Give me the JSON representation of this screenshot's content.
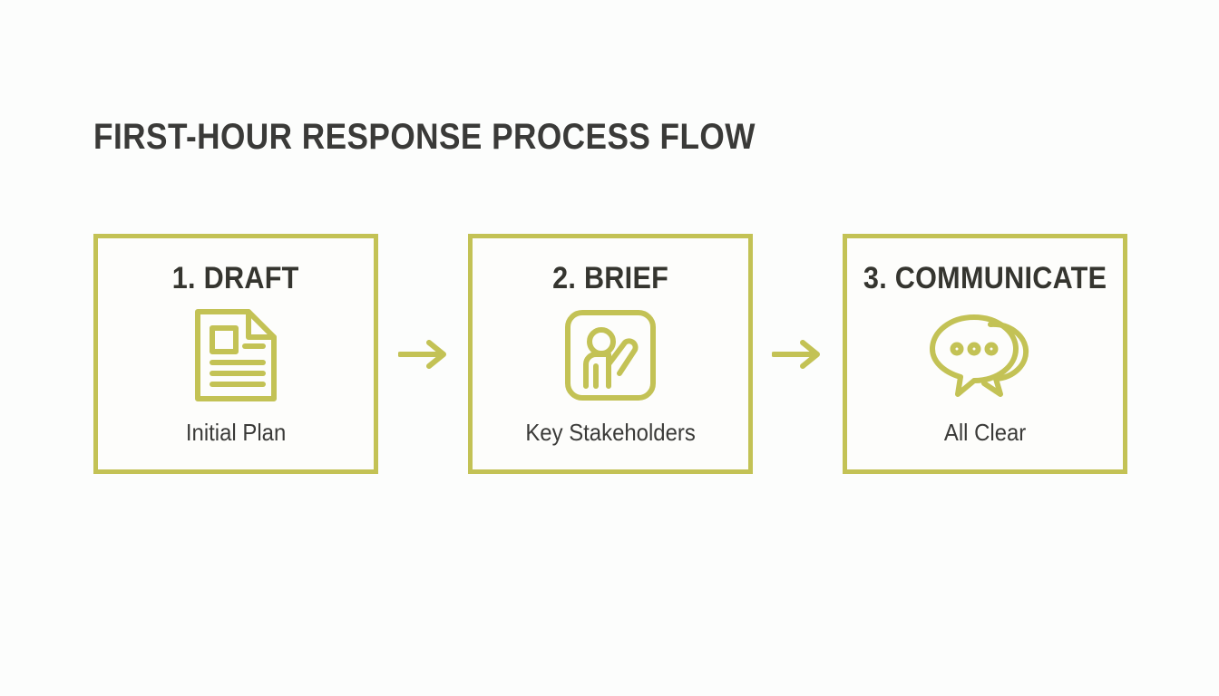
{
  "slide": {
    "title": "FIRST-HOUR RESPONSE PROCESS FLOW",
    "background_color": "#fcfdfc",
    "accent_color": "#c3c255",
    "text_color": "#35352f"
  },
  "steps": [
    {
      "heading": "1. DRAFT",
      "caption": "Initial Plan",
      "icon": "document-icon"
    },
    {
      "heading": "2. BRIEF",
      "caption": "Key Stakeholders",
      "icon": "person-raising-hand-icon"
    },
    {
      "heading": "3. COMMUNICATE",
      "caption": "All Clear",
      "icon": "speech-bubbles-icon"
    }
  ],
  "connectors": [
    {
      "icon": "arrow-right-icon"
    },
    {
      "icon": "arrow-right-icon"
    }
  ]
}
